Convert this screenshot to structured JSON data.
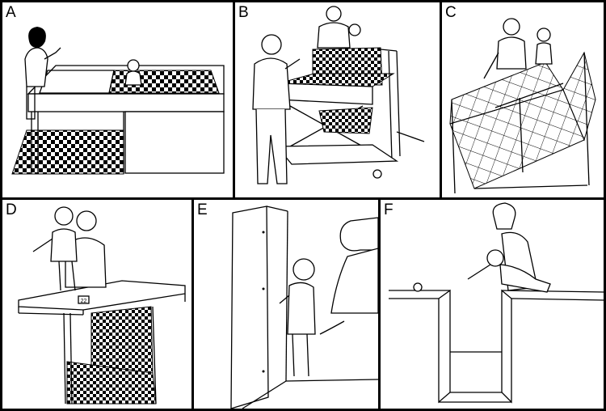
{
  "panels": [
    {
      "id": "A",
      "label": "A"
    },
    {
      "id": "B",
      "label": "B"
    },
    {
      "id": "C",
      "label": "C"
    },
    {
      "id": "D",
      "label": "D"
    },
    {
      "id": "E",
      "label": "E"
    },
    {
      "id": "F",
      "label": "F"
    }
  ],
  "panel_d": {
    "step_tag": "22"
  },
  "colors": {
    "ink": "#000000",
    "paper": "#ffffff",
    "frame": "#000000"
  }
}
